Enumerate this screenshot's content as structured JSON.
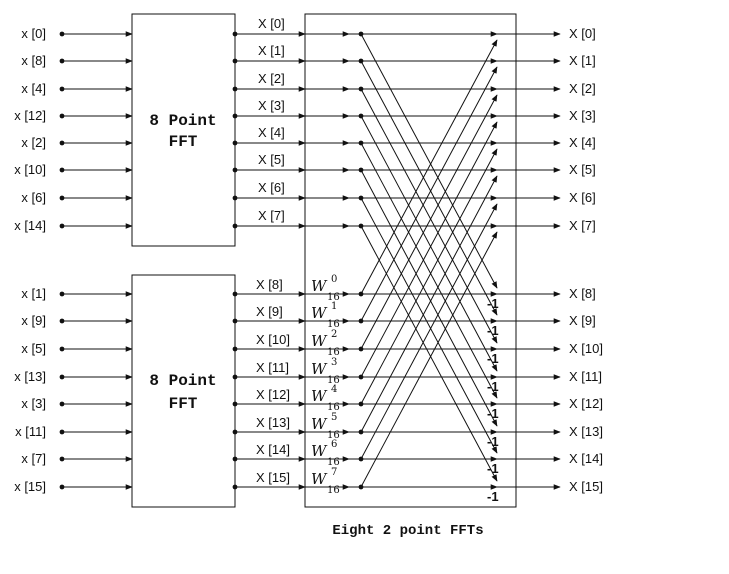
{
  "top_inputs": [
    "x [0]",
    "x [8]",
    "x [4]",
    "x [12]",
    "x [2]",
    "x [10]",
    "x [6]",
    "x [14]"
  ],
  "bottom_inputs": [
    "x [1]",
    "x [9]",
    "x [5]",
    "x [13]",
    "x [3]",
    "x [11]",
    "x [7]",
    "x [15]"
  ],
  "fft_block_label": [
    "8 Point",
    "FFT"
  ],
  "top_mid_labels": [
    "X [0]",
    "X [1]",
    "X [2]",
    "X [3]",
    "X [4]",
    "X [5]",
    "X [6]",
    "X [7]"
  ],
  "bottom_mid_labels": [
    "X [8]",
    "X [9]",
    "X [10]",
    "X [11]",
    "X [12]",
    "X [13]",
    "X [14]",
    "X [15]"
  ],
  "twiddles": [
    {
      "base": "W",
      "sub": "16",
      "sup": "0"
    },
    {
      "base": "W",
      "sub": "16",
      "sup": "1"
    },
    {
      "base": "W",
      "sub": "16",
      "sup": "2"
    },
    {
      "base": "W",
      "sub": "16",
      "sup": "3"
    },
    {
      "base": "W",
      "sub": "16",
      "sup": "4"
    },
    {
      "base": "W",
      "sub": "16",
      "sup": "5"
    },
    {
      "base": "W",
      "sub": "16",
      "sup": "6"
    },
    {
      "base": "W",
      "sub": "16",
      "sup": "7"
    }
  ],
  "minus_one": "-1",
  "outputs": [
    "X [0]",
    "X [1]",
    "X [2]",
    "X [3]",
    "X [4]",
    "X [5]",
    "X [6]",
    "X [7]",
    "X [8]",
    "X [9]",
    "X [10]",
    "X [11]",
    "X [12]",
    "X [13]",
    "X [14]",
    "X [15]"
  ],
  "caption": "Eight 2 point FFTs"
}
